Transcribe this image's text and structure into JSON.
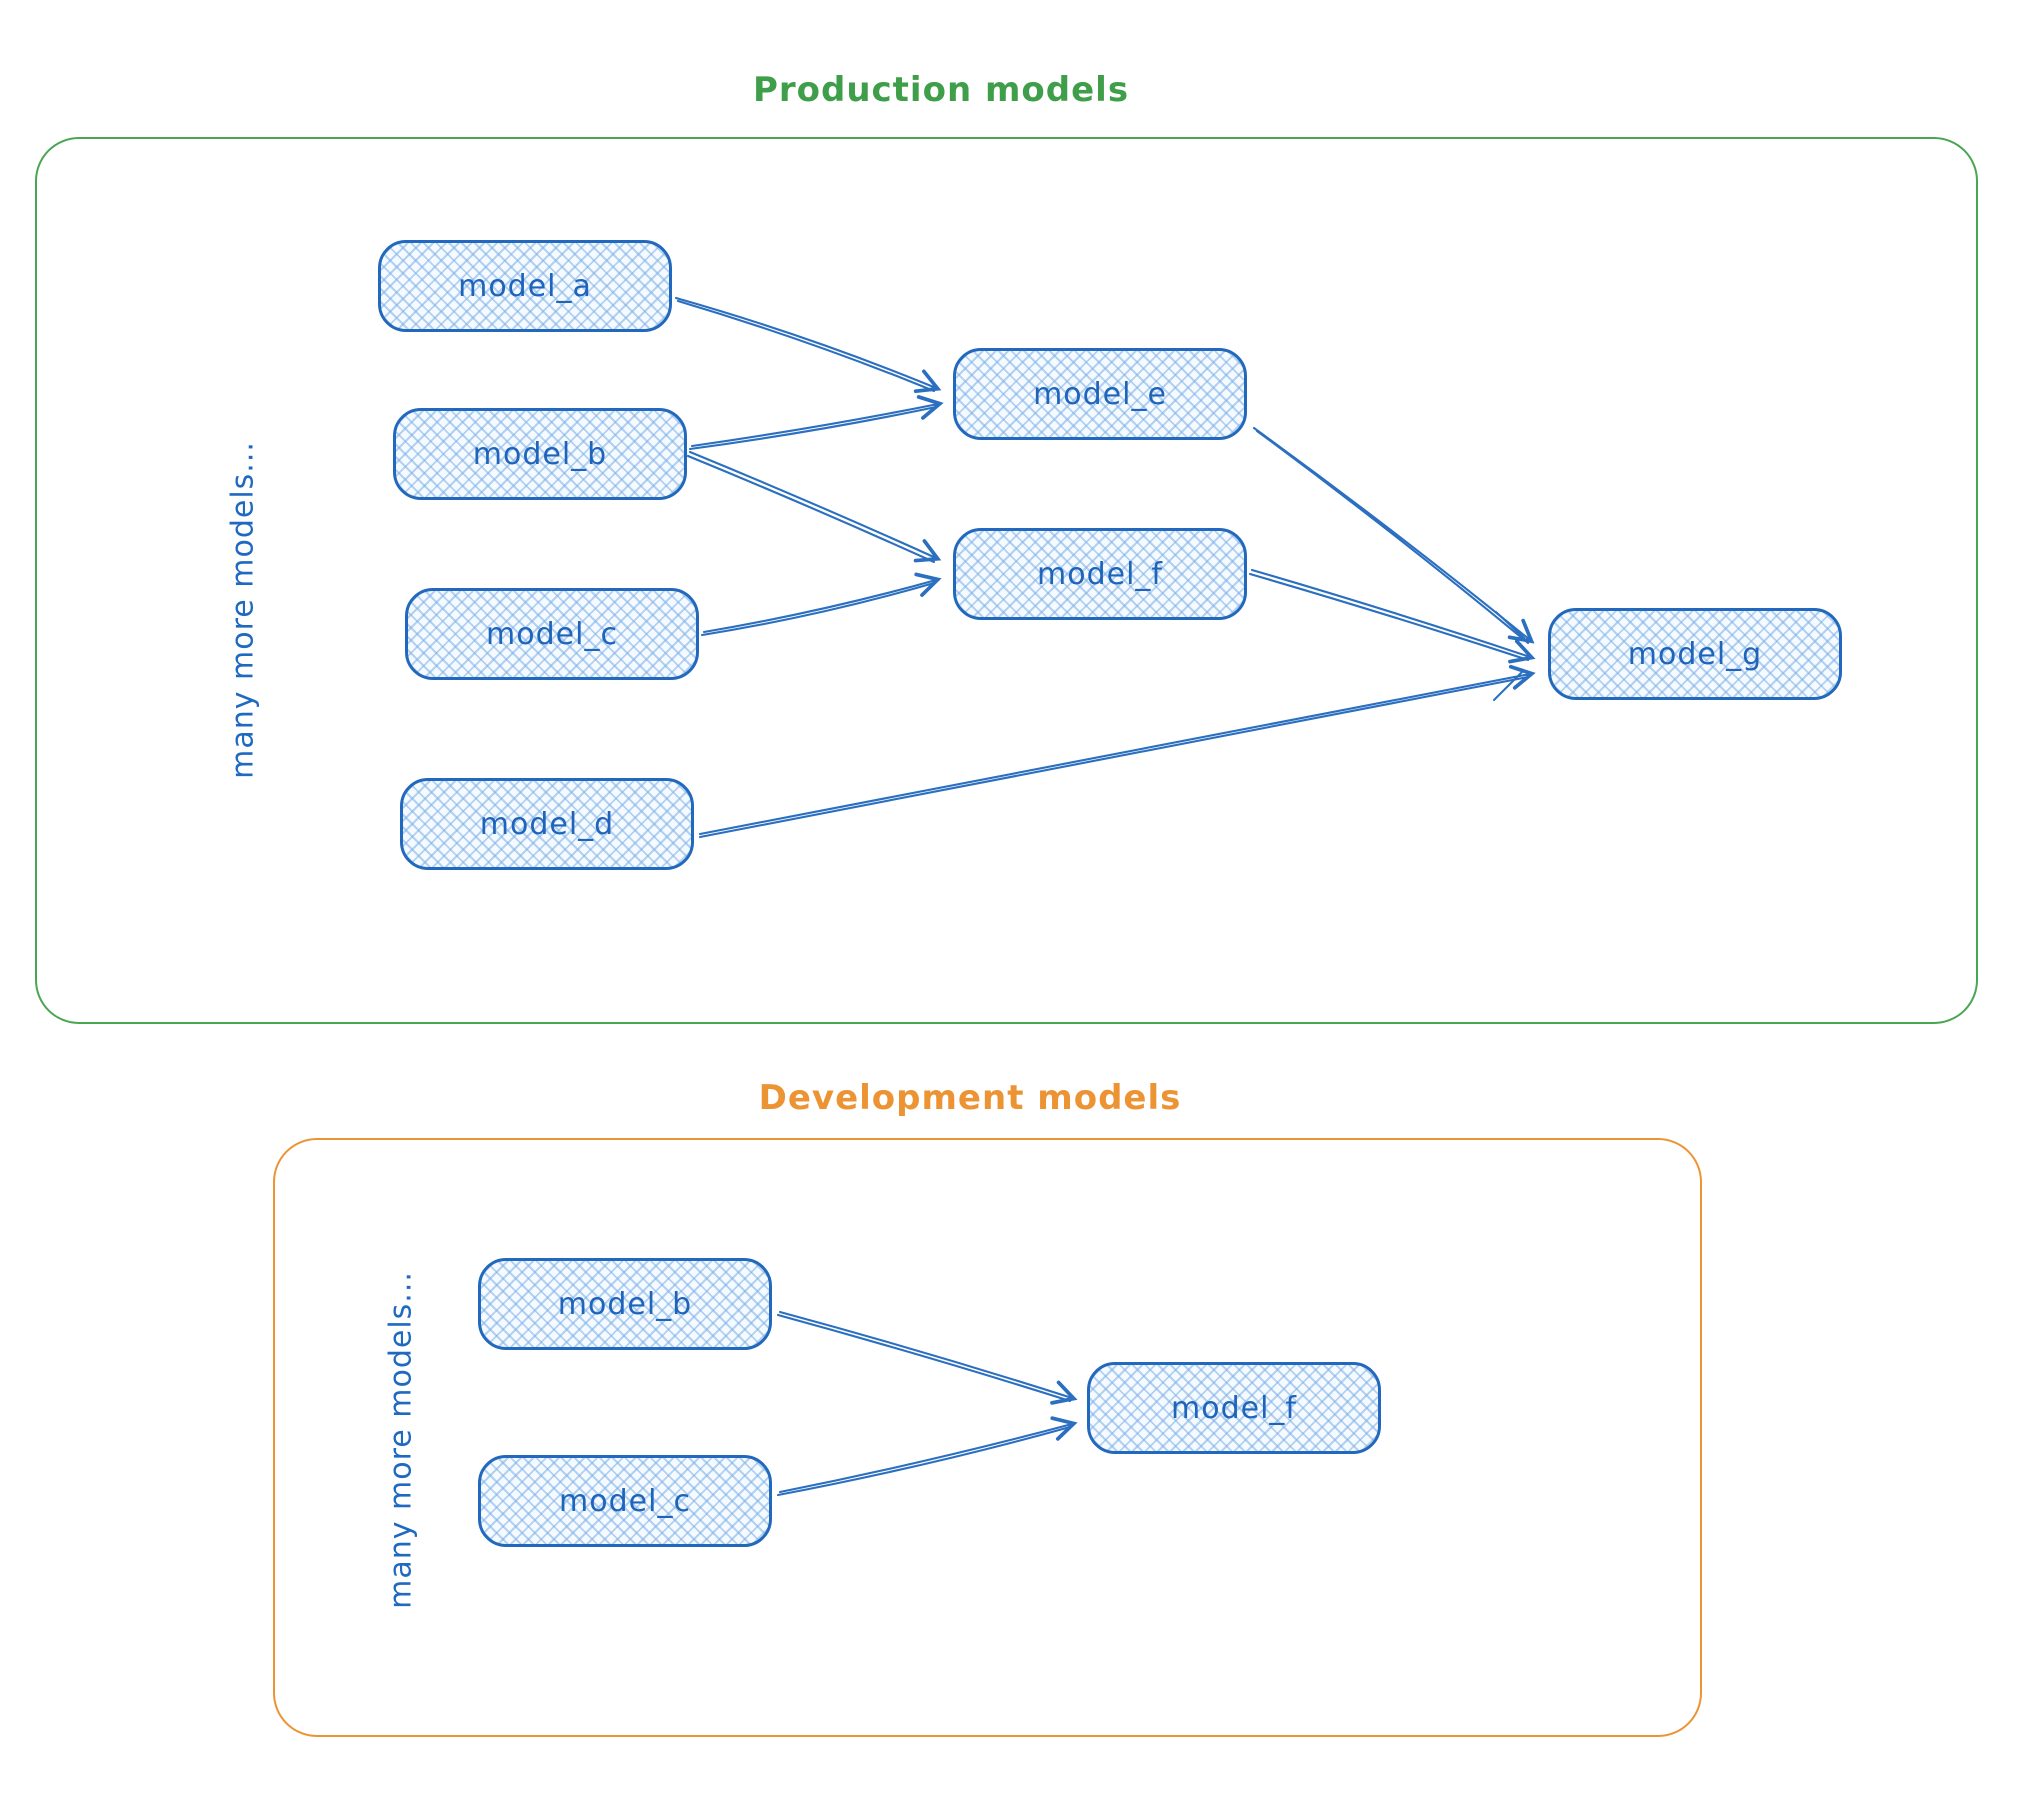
{
  "production": {
    "title": "Production models",
    "accent_color": "#3f9e4a",
    "side_label": "many more models...",
    "nodes": [
      {
        "id": "model_a",
        "label": "model_a"
      },
      {
        "id": "model_b",
        "label": "model_b"
      },
      {
        "id": "model_c",
        "label": "model_c"
      },
      {
        "id": "model_d",
        "label": "model_d"
      },
      {
        "id": "model_e",
        "label": "model_e"
      },
      {
        "id": "model_f",
        "label": "model_f"
      },
      {
        "id": "model_g",
        "label": "model_g"
      }
    ],
    "edges": [
      {
        "from": "model_a",
        "to": "model_e"
      },
      {
        "from": "model_b",
        "to": "model_e"
      },
      {
        "from": "model_b",
        "to": "model_f"
      },
      {
        "from": "model_c",
        "to": "model_f"
      },
      {
        "from": "model_e",
        "to": "model_g"
      },
      {
        "from": "model_f",
        "to": "model_g"
      },
      {
        "from": "model_d",
        "to": "model_g"
      }
    ]
  },
  "development": {
    "title": "Development models",
    "accent_color": "#ec9434",
    "side_label": "many more models...",
    "nodes": [
      {
        "id": "model_b",
        "label": "model_b"
      },
      {
        "id": "model_c",
        "label": "model_c"
      },
      {
        "id": "model_f",
        "label": "model_f"
      }
    ],
    "edges": [
      {
        "from": "model_b",
        "to": "model_f"
      },
      {
        "from": "model_c",
        "to": "model_f"
      }
    ]
  },
  "node_style": {
    "stroke_color": "#2268bd",
    "fill_color": "#e9f3fc",
    "fill_pattern": "cross-hatch",
    "text_color": "#1f64bb",
    "arrow_color": "#2b6fc0"
  }
}
